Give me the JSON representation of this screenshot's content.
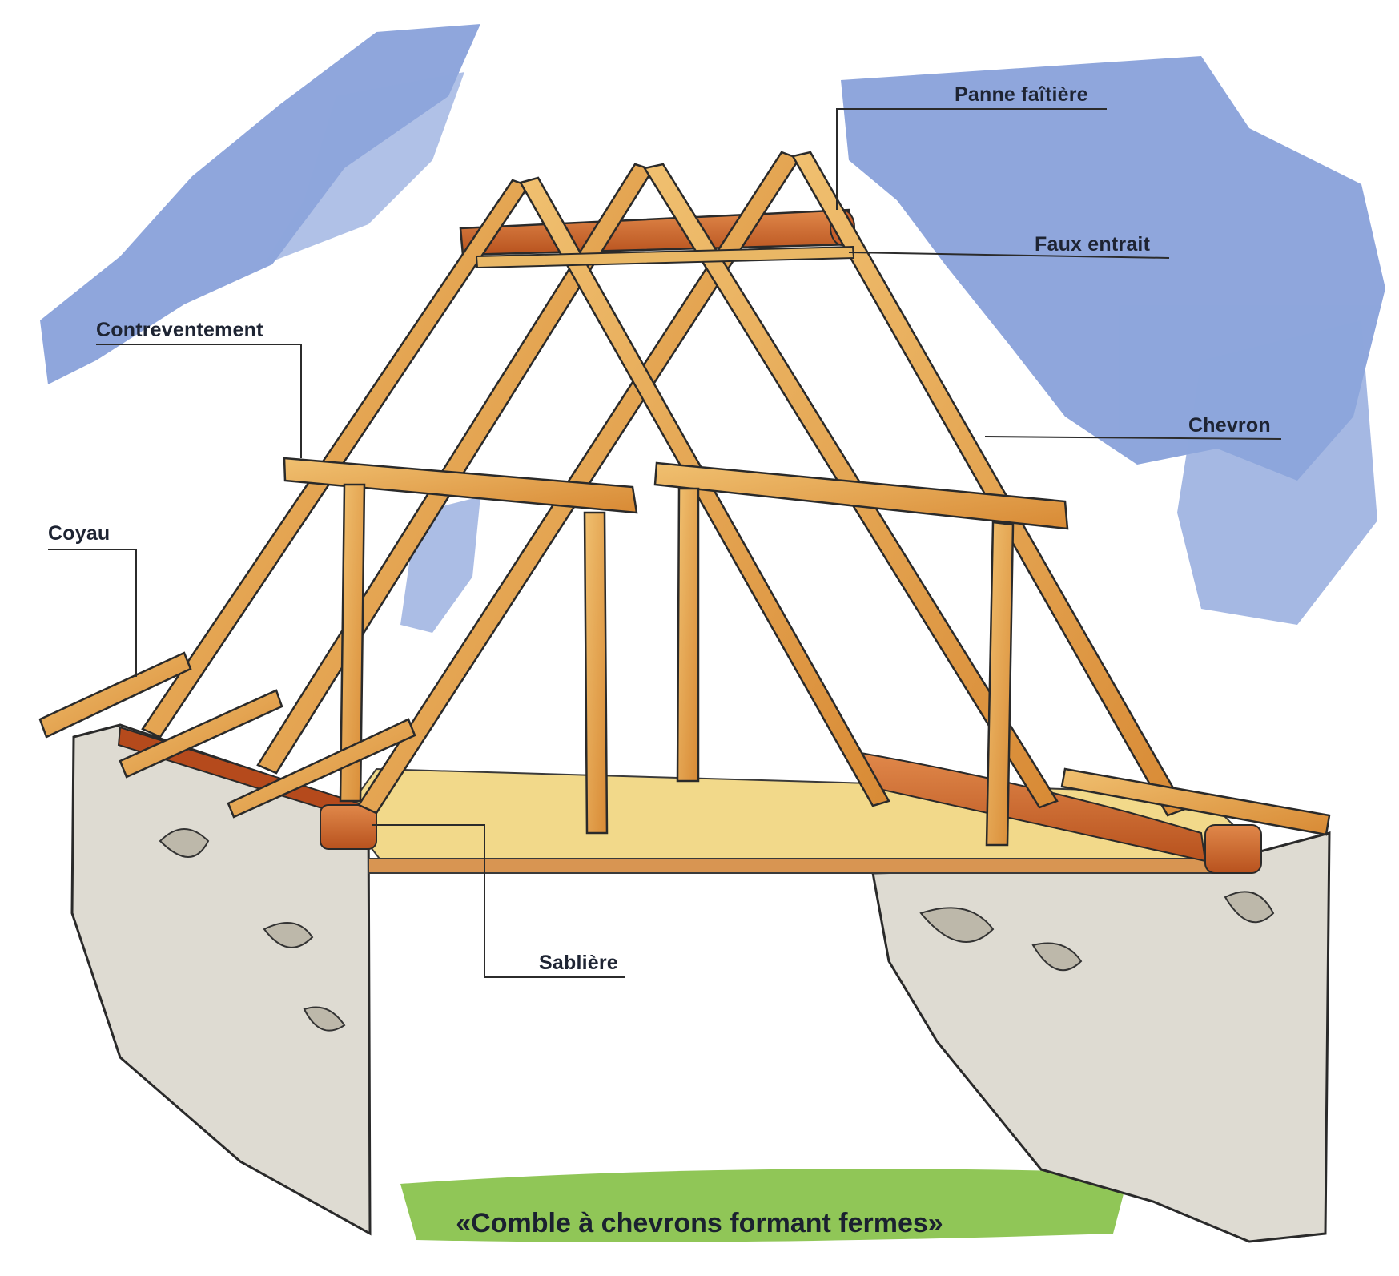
{
  "labels": {
    "panne_faitiere": "Panne faîtière",
    "faux_entrait": "Faux entrait",
    "contreventement": "Contreventement",
    "chevron": "Chevron",
    "coyau": "Coyau",
    "sabliere": "Sablière"
  },
  "caption": "«Comble à chevrons formant fermes»",
  "colors": {
    "sky": "#7b97d6",
    "wood_light": "#e3a54b",
    "wood_dark": "#c4651f",
    "beam_red": "#b54a1c",
    "floor": "#f2d98a",
    "wall": "#d9d6cc",
    "grass": "#84c045",
    "leader_line": "#2b2b2b"
  }
}
